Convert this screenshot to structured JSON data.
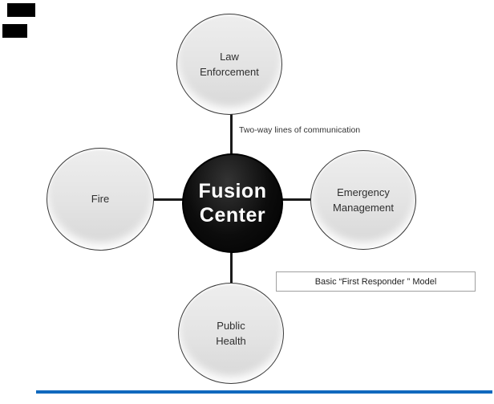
{
  "diagram": {
    "center": {
      "id": "fusion-center",
      "label": "Fusion\nCenter"
    },
    "nodes": [
      {
        "id": "law-enforcement",
        "label": "Law\nEnforcement"
      },
      {
        "id": "fire",
        "label": "Fire"
      },
      {
        "id": "emergency-management",
        "label": "Emergency\nManagement"
      },
      {
        "id": "public-health",
        "label": "Public\nHealth"
      }
    ],
    "annotation": "Two-way lines of communication",
    "caption": "Basic “First Responder ” Model",
    "connections": [
      "fusion-center to law-enforcement",
      "fusion-center to fire",
      "fusion-center to emergency-management",
      "fusion-center to public-health"
    ]
  },
  "colors": {
    "node_fill_top": "#eeeeee",
    "node_fill_bottom": "#d7d7d7",
    "node_border": "#3a3a3a",
    "center_fill": "#000000",
    "center_text": "#ffffff",
    "label_text": "#2f2f2f",
    "connector": "#1a1a1a",
    "caption_border": "#a0a0a0",
    "footer_rule": "#1169be",
    "redaction_block": "#000000"
  }
}
